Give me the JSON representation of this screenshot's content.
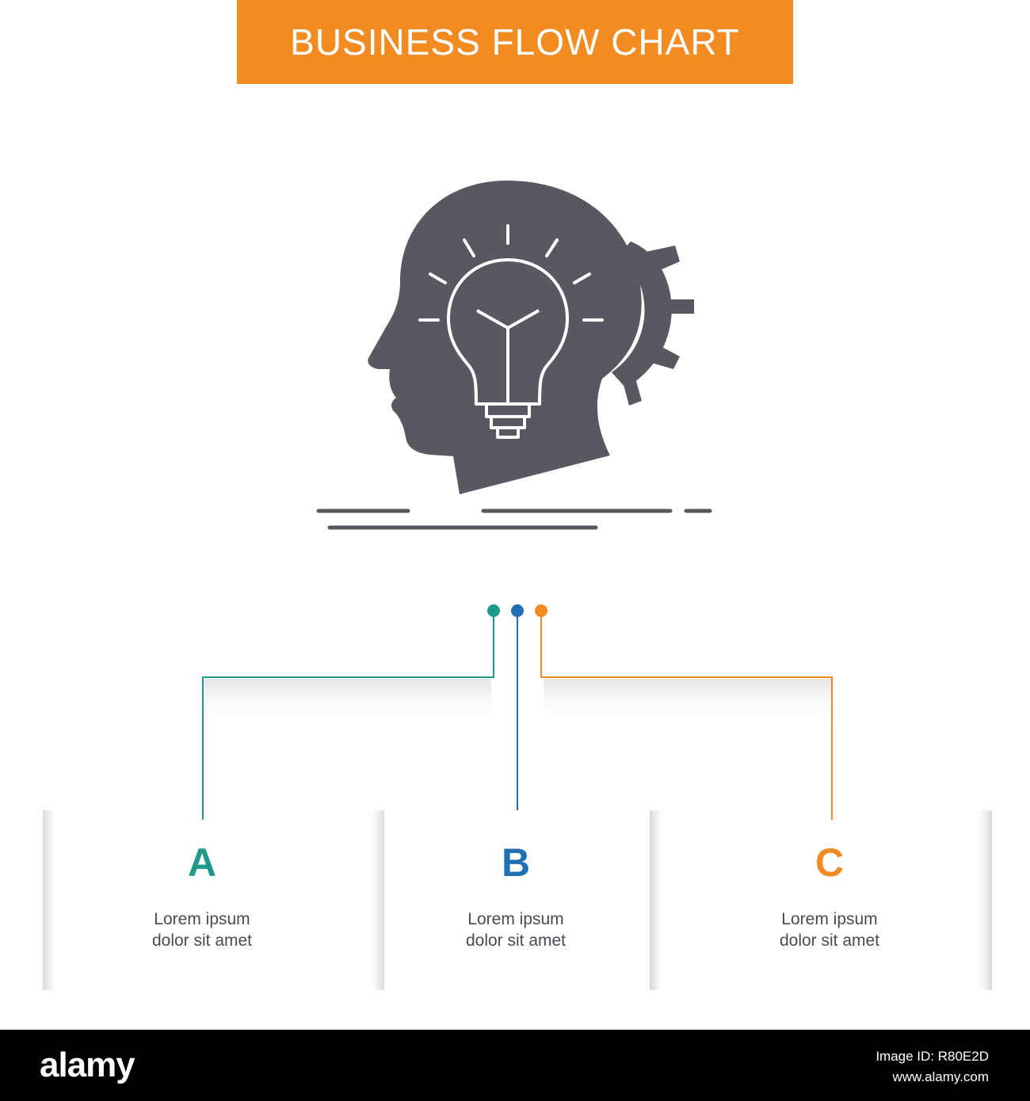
{
  "title": "BUSINESS FLOW CHART",
  "colors": {
    "header": "#f28b22",
    "icon": "#595861",
    "branch_a": "#1f9a8a",
    "branch_b": "#1f6fb2",
    "branch_c": "#f28b22"
  },
  "icon": "head-lightbulb-gear-icon",
  "steps": [
    {
      "letter": "A",
      "line1": "Lorem ipsum",
      "line2": "dolor sit amet"
    },
    {
      "letter": "B",
      "line1": "Lorem ipsum",
      "line2": "dolor sit amet"
    },
    {
      "letter": "C",
      "line1": "Lorem ipsum",
      "line2": "dolor sit amet"
    }
  ],
  "footer": {
    "logo": "alamy",
    "image_id": "Image ID: R80E2D",
    "site": "www.alamy.com"
  }
}
